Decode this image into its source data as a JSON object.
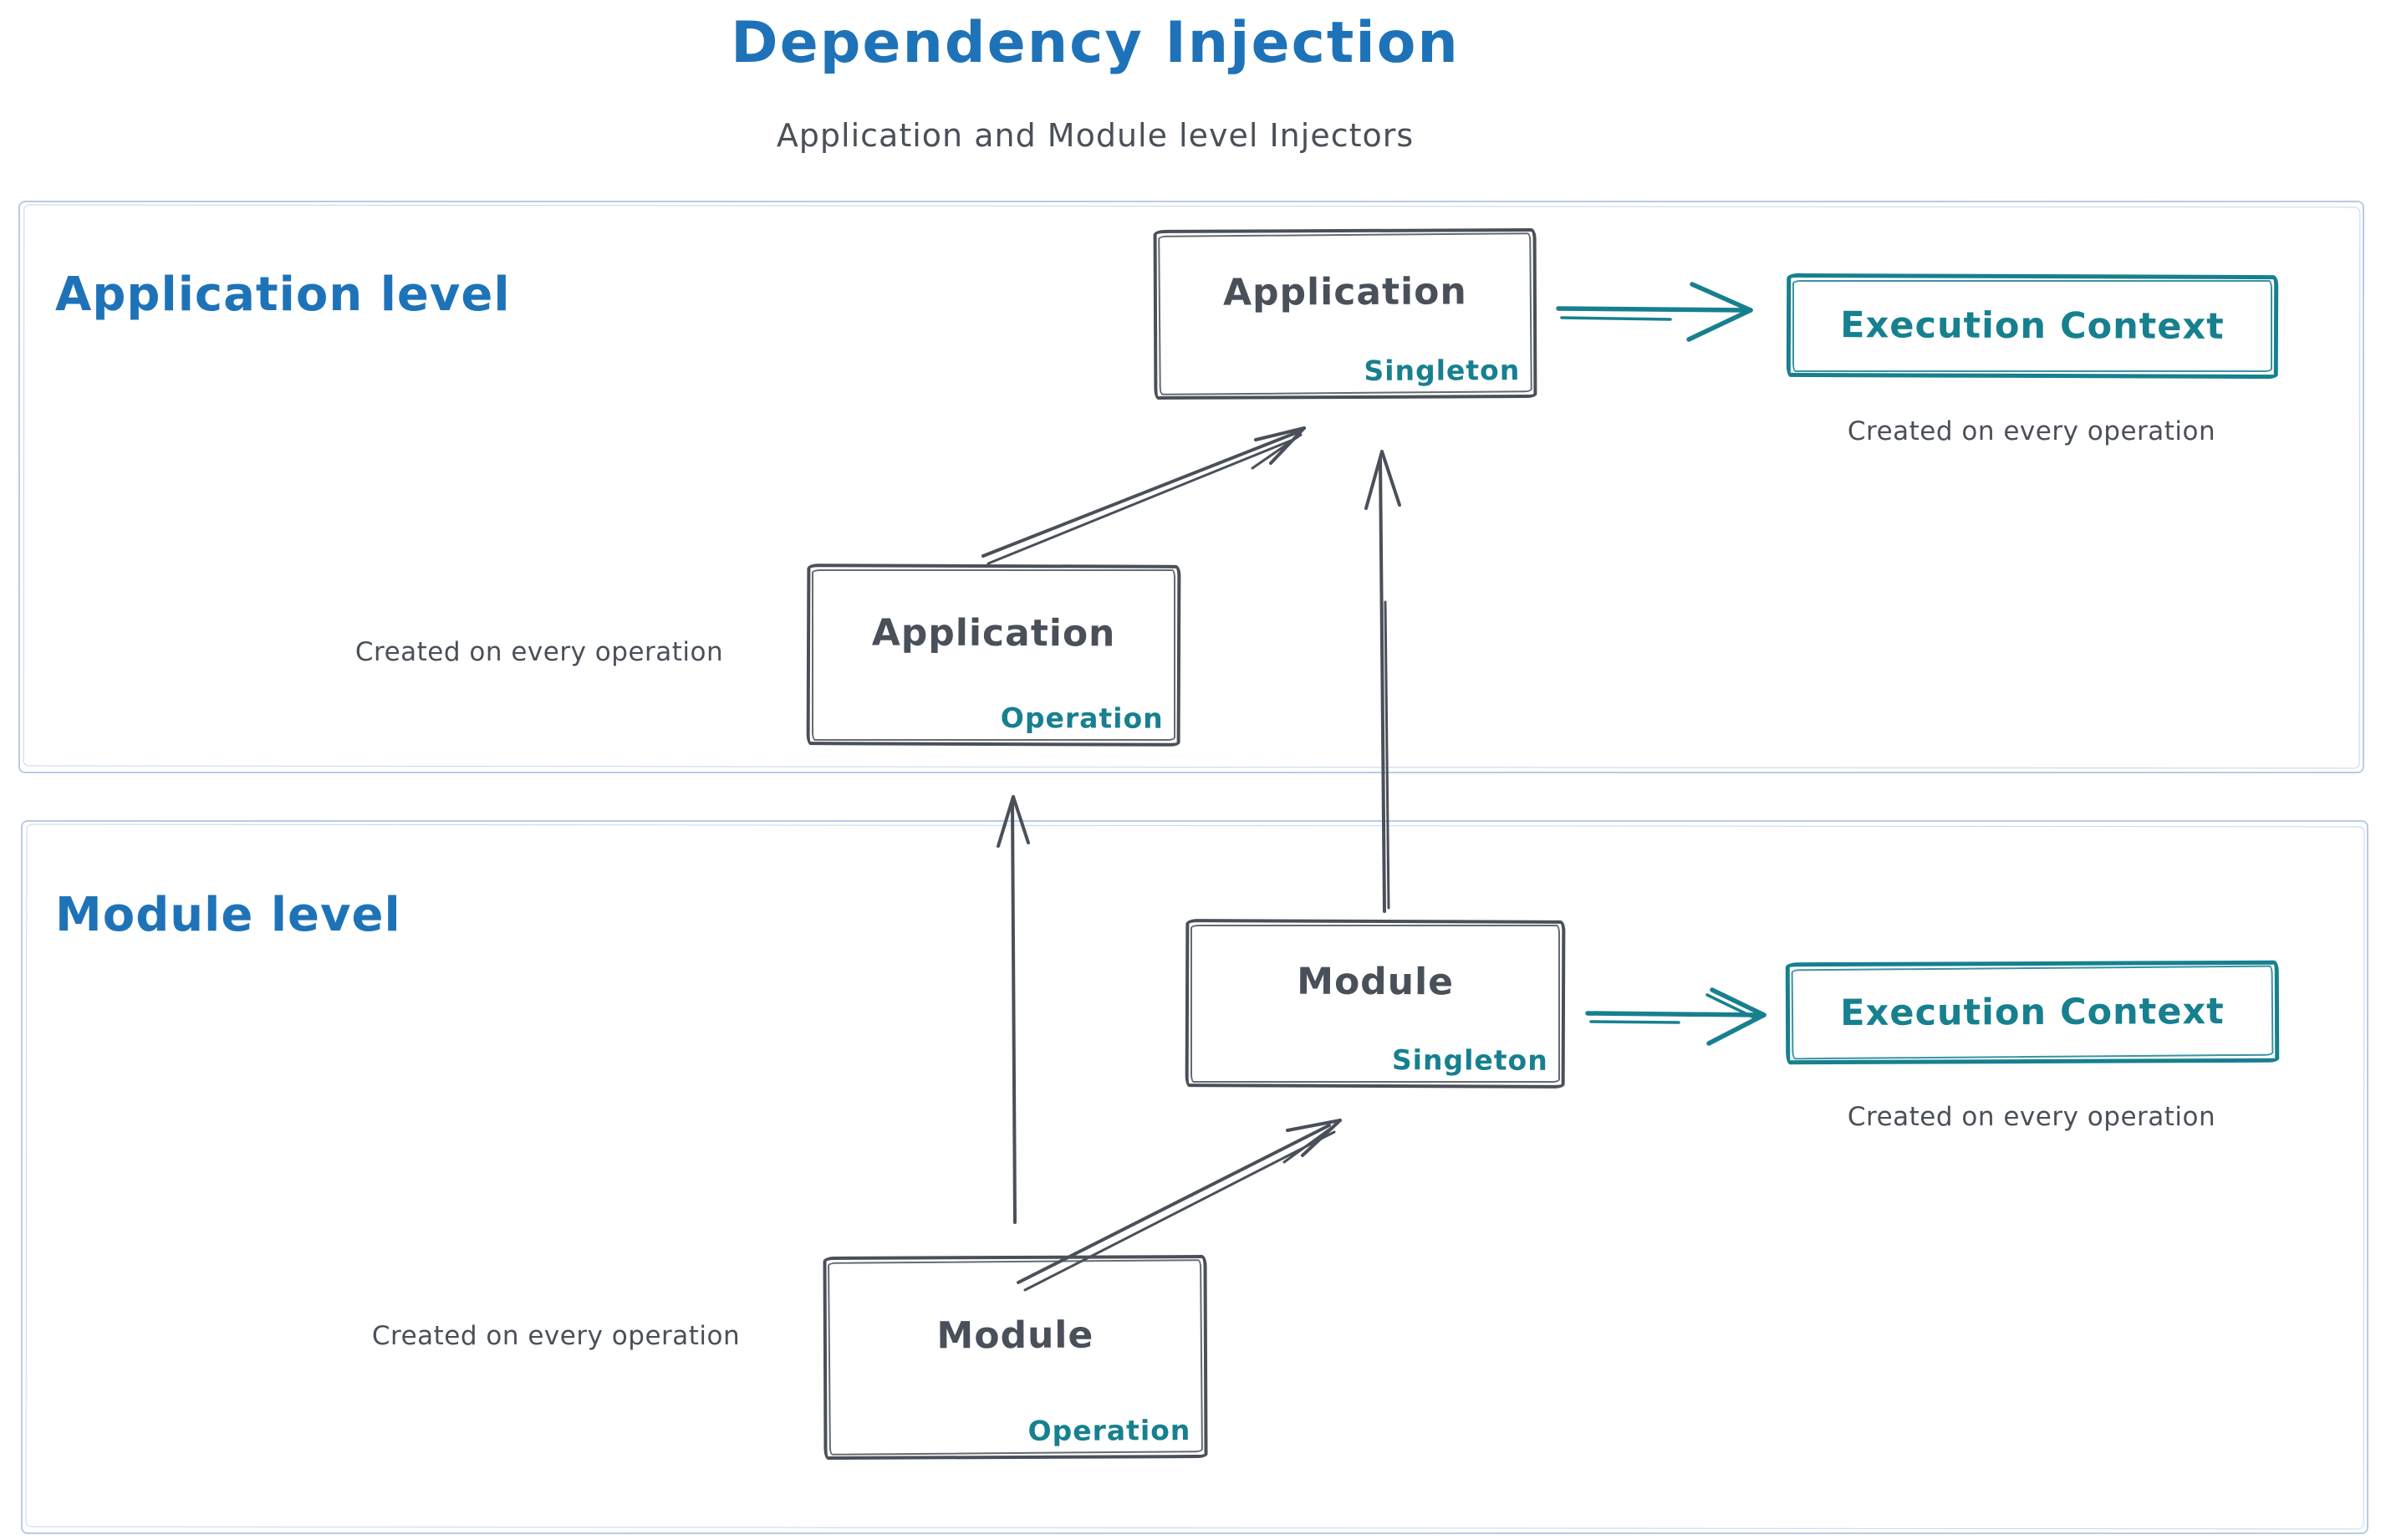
{
  "title": "Dependency Injection",
  "subtitle": "Application and Module level Injectors",
  "colors": {
    "blue": "#1e73b8",
    "teal": "#17808f",
    "ink": "#4a5059",
    "section": "#b7cce4"
  },
  "sections": {
    "application": {
      "label": "Application level"
    },
    "module": {
      "label": "Module level"
    }
  },
  "boxes": {
    "app_singleton": {
      "name": "Application",
      "scope": "Singleton"
    },
    "app_operation": {
      "name": "Application",
      "scope": "Operation"
    },
    "module_singleton": {
      "name": "Module",
      "scope": "Singleton"
    },
    "module_operation": {
      "name": "Module",
      "scope": "Operation"
    },
    "exec_app": {
      "name": "Execution Context"
    },
    "exec_module": {
      "name": "Execution Context"
    }
  },
  "captions": {
    "exec_app": "Created on every operation",
    "exec_module": "Created on every operation",
    "app_operation": "Created on every operation",
    "module_operation": "Created on every operation"
  }
}
